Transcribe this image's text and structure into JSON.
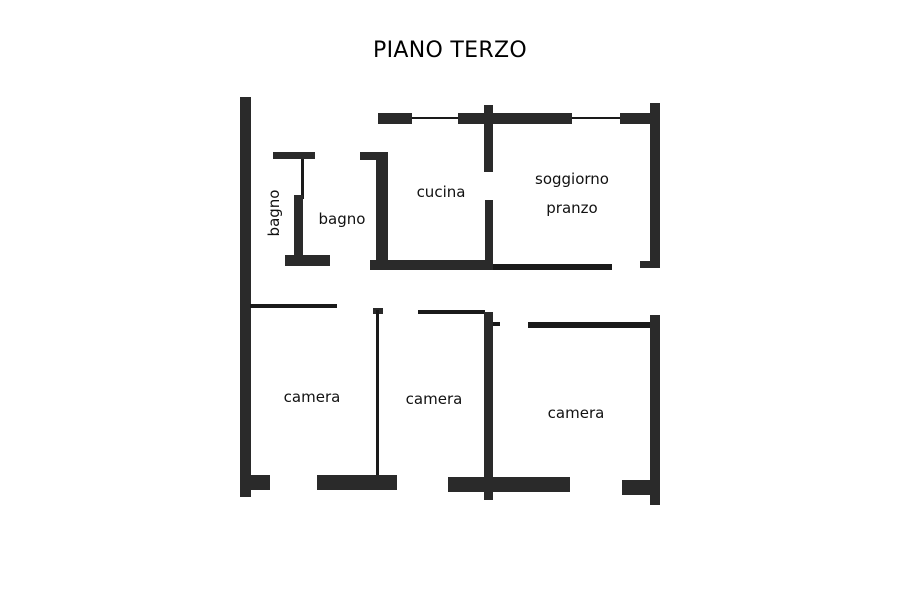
{
  "title": "PIANO TERZO",
  "rooms": {
    "bagno_small": "bagno",
    "bagno": "bagno",
    "cucina": "cucina",
    "soggiorno": "soggiorno",
    "pranzo": "pranzo",
    "camera_left": "camera",
    "camera_middle": "camera",
    "camera_right": "camera"
  },
  "colors": {
    "wall": "#2a2a2a",
    "background": "#ffffff"
  }
}
